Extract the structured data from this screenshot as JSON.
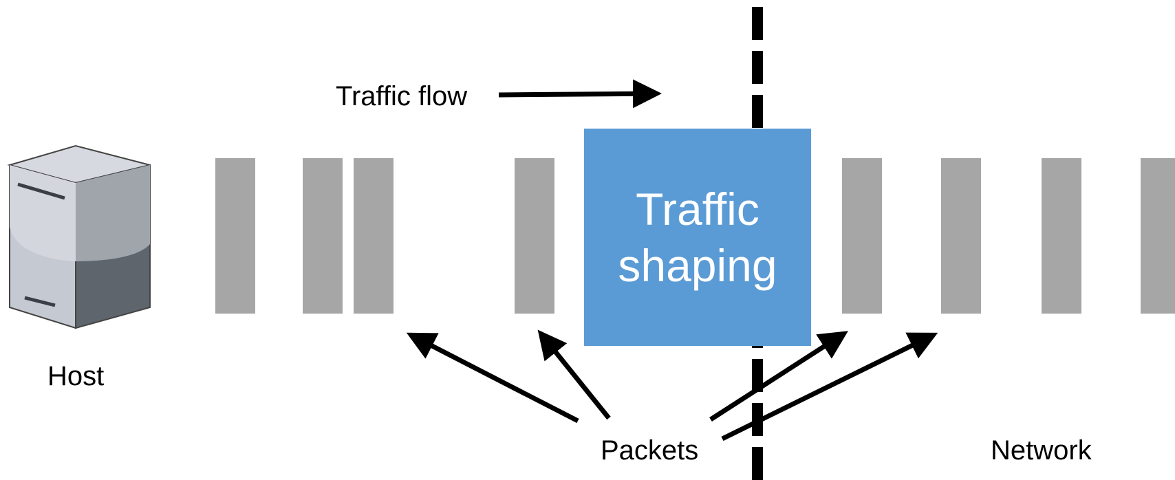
{
  "labels": {
    "traffic_flow": "Traffic flow",
    "shaper_line1": "Traffic",
    "shaper_line2": "shaping",
    "host": "Host",
    "packets": "Packets",
    "network": "Network"
  },
  "icons": {
    "host": "server-tower-icon"
  },
  "colors": {
    "packet": "#a6a6a6",
    "shaper": "#5b9bd5",
    "arrow": "#000000",
    "divider": "#000000"
  }
}
